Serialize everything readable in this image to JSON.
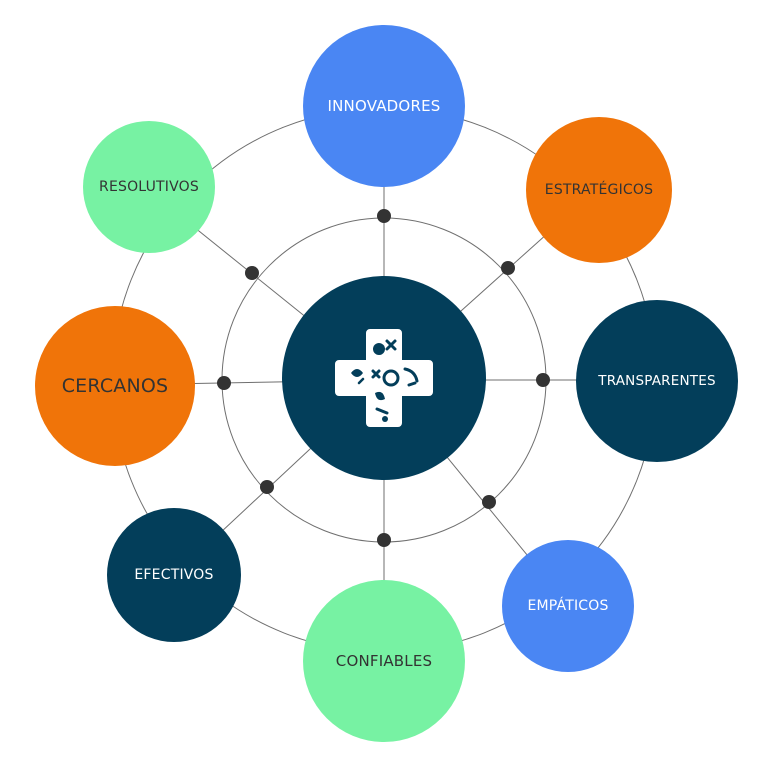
{
  "colors": {
    "navy": "#033e5a",
    "blue": "#4a86f3",
    "orange": "#f07409",
    "green": "#77f2a3",
    "line": "#6f6f6f",
    "dot": "#333333",
    "text_dark": "#333333",
    "text_light": "#ffffff"
  },
  "center": {
    "icon": "medical-cross-icon"
  },
  "nodes": [
    {
      "id": "innovadores",
      "label": "INNOVADORES",
      "color": "blue",
      "text": "text_light"
    },
    {
      "id": "estrategicos",
      "label": "ESTRATÉGICOS",
      "color": "orange",
      "text": "text_dark"
    },
    {
      "id": "transparentes",
      "label": "TRANSPARENTES",
      "color": "navy",
      "text": "text_light"
    },
    {
      "id": "empaticos",
      "label": "EMPÁTICOS",
      "color": "blue",
      "text": "text_light"
    },
    {
      "id": "confiables",
      "label": "CONFIABLES",
      "color": "green",
      "text": "text_dark"
    },
    {
      "id": "efectivos",
      "label": "EFECTIVOS",
      "color": "navy",
      "text": "text_light"
    },
    {
      "id": "cercanos",
      "label": "CERCANOS",
      "color": "orange",
      "text": "text_dark"
    },
    {
      "id": "resolutivos",
      "label": "RESOLUTIVOS",
      "color": "green",
      "text": "text_dark"
    }
  ]
}
